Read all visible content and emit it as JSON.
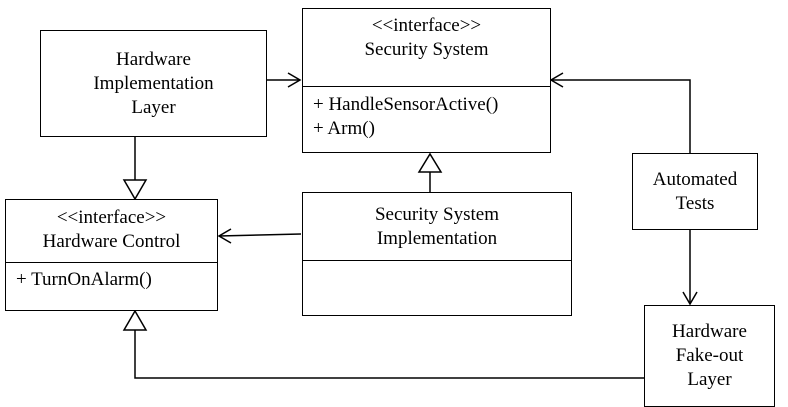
{
  "nodes": {
    "hw_impl_layer": {
      "lines": [
        "Hardware",
        "Implementation",
        "Layer"
      ]
    },
    "security_system": {
      "stereotype": "<<interface>>",
      "name": "Security System",
      "operations": [
        "+ HandleSensorActive()",
        "+ Arm()"
      ]
    },
    "automated_tests": {
      "lines": [
        "Automated",
        "Tests"
      ]
    },
    "hardware_control": {
      "stereotype": "<<interface>>",
      "name": "Hardware Control",
      "operations": [
        "+ TurnOnAlarm()"
      ]
    },
    "security_system_impl": {
      "lines": [
        "Security System",
        "Implementation"
      ]
    },
    "hw_fakeout_layer": {
      "lines": [
        "Hardware",
        "Fake-out",
        "Layer"
      ]
    }
  },
  "edges": [
    {
      "from": "hw_impl_layer",
      "to": "security_system",
      "kind": "association"
    },
    {
      "from": "automated_tests",
      "to": "security_system",
      "kind": "association"
    },
    {
      "from": "automated_tests",
      "to": "hw_fakeout_layer",
      "kind": "association"
    },
    {
      "from": "hw_impl_layer",
      "to": "hardware_control",
      "kind": "realization"
    },
    {
      "from": "security_system_impl",
      "to": "security_system",
      "kind": "realization"
    },
    {
      "from": "security_system_impl",
      "to": "hardware_control",
      "kind": "association"
    },
    {
      "from": "hw_fakeout_layer",
      "to": "hardware_control",
      "kind": "realization"
    }
  ]
}
